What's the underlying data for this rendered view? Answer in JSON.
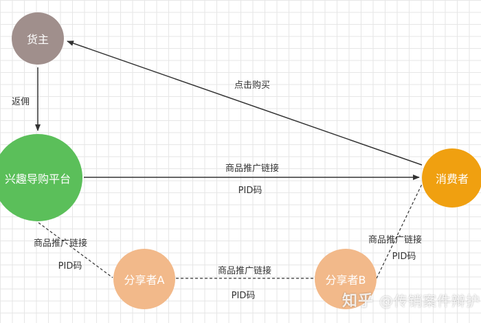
{
  "diagram": {
    "nodes": {
      "merchant": {
        "label": "货主",
        "color": "#a08f8c"
      },
      "platform": {
        "label": "兴趣导购平台",
        "color": "#5bbf5a"
      },
      "consumer": {
        "label": "消费者",
        "color": "#f0a010"
      },
      "sharer_a": {
        "label": "分享者A",
        "color": "#f2b98a"
      },
      "sharer_b": {
        "label": "分享者B",
        "color": "#f2b98a"
      }
    },
    "edges": {
      "rebate": {
        "label": "返佣",
        "from": "货主",
        "to": "兴趣导购平台",
        "style": "solid"
      },
      "click_buy": {
        "label": "点击购买",
        "from": "消费者",
        "to": "货主",
        "style": "solid"
      },
      "platform_to_consumer": {
        "label_top": "商品推广链接",
        "label_bottom": "PID码",
        "from": "兴趣导购平台",
        "to": "消费者",
        "style": "solid"
      },
      "platform_to_a": {
        "label_top": "商品推广链接",
        "label_bottom": "PID码",
        "from": "兴趣导购平台",
        "to": "分享者A",
        "style": "dashed"
      },
      "a_to_b": {
        "label_top": "商品推广链接",
        "label_bottom": "PID码",
        "from": "分享者A",
        "to": "分享者B",
        "style": "dashed"
      },
      "b_to_consumer": {
        "label_top": "商品推广链接",
        "label_bottom": "PID码",
        "from": "分享者B",
        "to": "消费者",
        "style": "dashed"
      }
    }
  },
  "watermark": {
    "brand": "知乎",
    "handle": "@传销案件辩护"
  }
}
